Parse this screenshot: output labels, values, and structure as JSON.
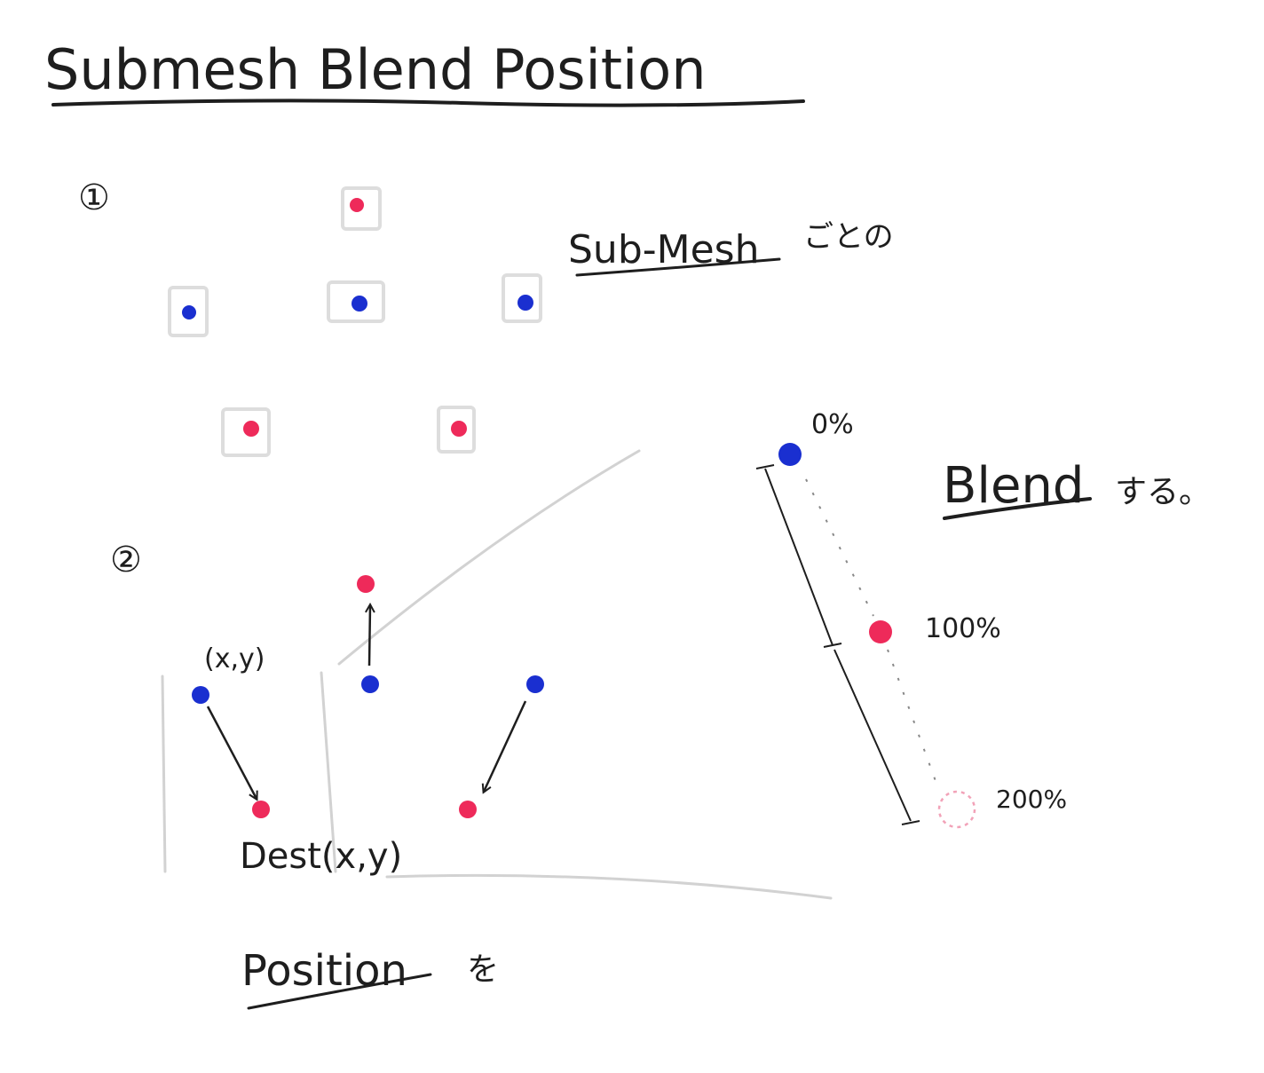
{
  "title": "Submesh Blend Position",
  "step1": {
    "marker": "①",
    "label": "Sub-Mesh",
    "suffix": "ごとの"
  },
  "step2": {
    "marker": "②",
    "source_label": "(x,y)",
    "dest_label": "Dest(x,y)",
    "position_word": "Position",
    "position_suffix": "を"
  },
  "blend": {
    "label": "Blend",
    "suffix": "する。",
    "levels": [
      "0%",
      "100%",
      "200%"
    ]
  },
  "colors": {
    "blue": "#1a2fd0",
    "red": "#ee2a5a",
    "ink": "#1e1e1e",
    "pencil": "#cfcfcf"
  }
}
